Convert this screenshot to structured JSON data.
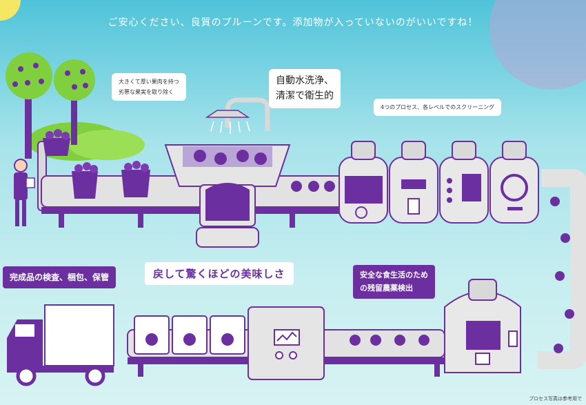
{
  "headline": "ご安心ください、良質のプルーンです。添加物が入っていないのがいいですね！",
  "captions": {
    "sort_line1": "大きくて厚い果肉を持つ",
    "sort_line2": "劣悪な果実を取り除く",
    "wash_line1": "自動水洗浄、",
    "wash_line2": "清潔で衛生的",
    "screening": "4つのプロセス、各レベルでのスクリーニング",
    "inspect": "完成品の検査、梱包、保管",
    "taste": "戻して驚くほどの美味しさ",
    "pesticide_line1": "安全な食生活のため",
    "pesticide_line2": "の残留農薬検出"
  },
  "footnote": "プロセス写真は参考用で",
  "colors": {
    "purple": "#6b2fa0",
    "deep_purple": "#4a1b78",
    "sky_top": "#4fc3d9",
    "sky_bottom": "#d8f3f3",
    "tree_green": "#7fcf3e",
    "machine_grey": "#d9d9d9"
  },
  "icons": [
    "sun-icon",
    "tree-icon",
    "worker-icon",
    "washer-icon",
    "tank-icon",
    "truck-icon",
    "control-panel-icon",
    "package-icon"
  ]
}
